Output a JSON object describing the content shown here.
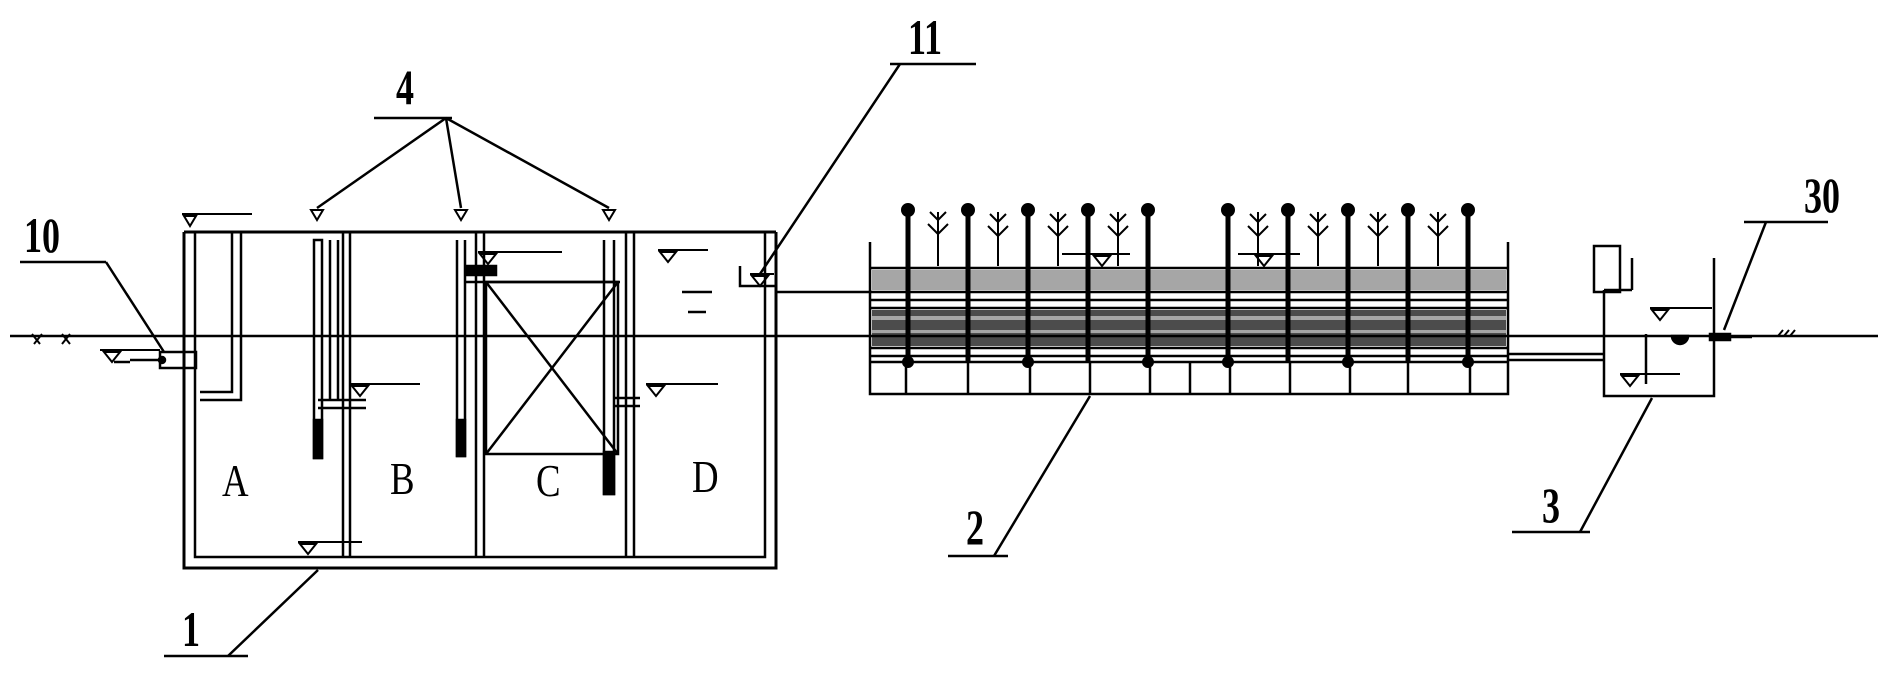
{
  "callouts": {
    "tank": "1",
    "wetland": "2",
    "well": "3",
    "pipes": "4",
    "inlet": "10",
    "outlet": "11",
    "discharge": "30"
  },
  "chambers": [
    "A",
    "B",
    "C",
    "D"
  ],
  "colors": {
    "line": "#000000",
    "fill": "#000000",
    "background": "#ffffff"
  }
}
